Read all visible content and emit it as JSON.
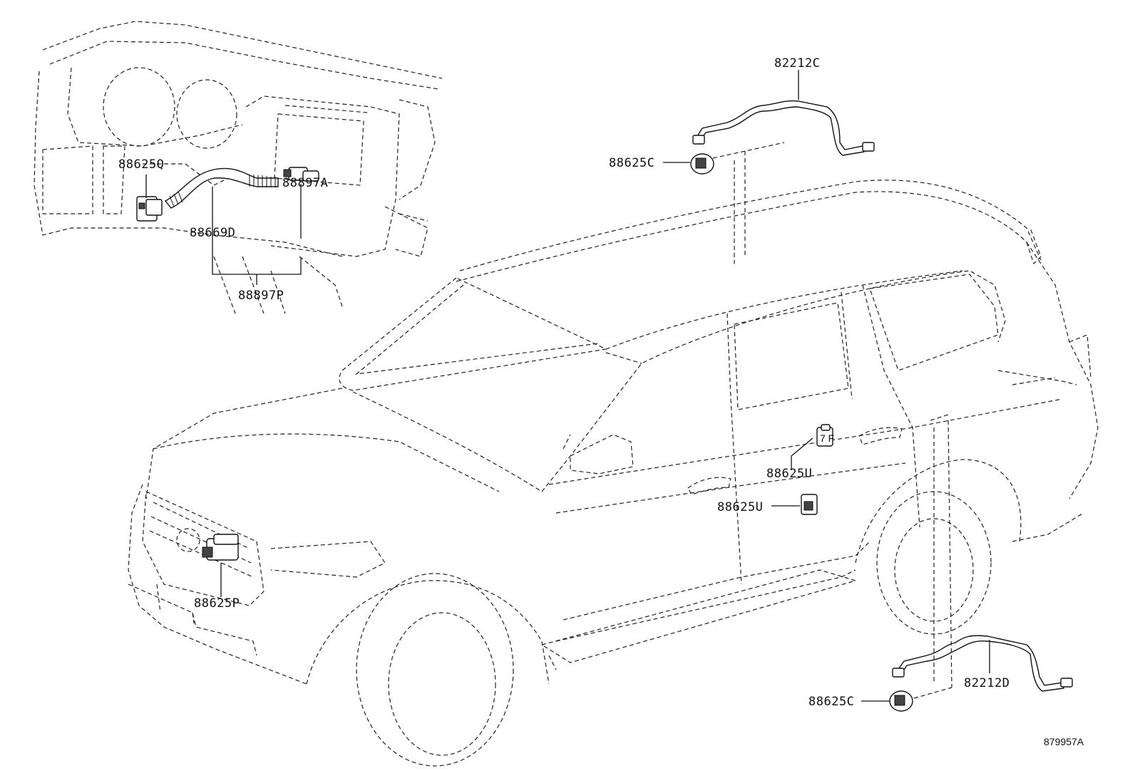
{
  "labels": {
    "c82212c": "82212C",
    "c88625c_top": "88625C",
    "c88625q": "88625Q",
    "c88669d": "88669D",
    "c88897a": "88897A",
    "c88897p": "88897P",
    "c88625u_upper": "88625U",
    "c88625u_lower": "88625U",
    "c88625p": "88625P",
    "c82212d": "82212D",
    "c88625c_bottom": "88625C"
  },
  "diagram_code": "879957A"
}
